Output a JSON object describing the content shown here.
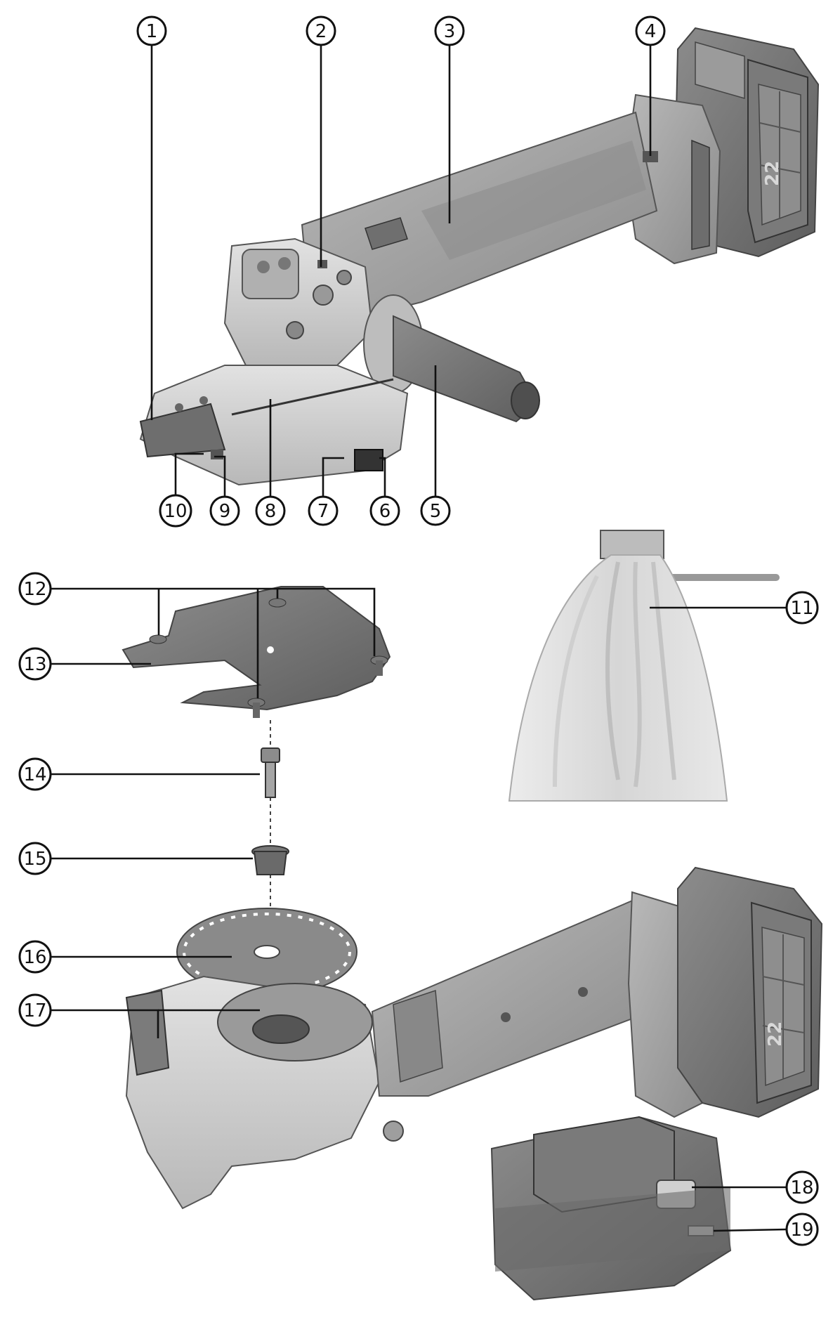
{
  "callouts": {
    "c1": "1",
    "c2": "2",
    "c3": "3",
    "c4": "4",
    "c5": "5",
    "c6": "6",
    "c7": "7",
    "c8": "8",
    "c9": "9",
    "c10": "10",
    "c11": "11",
    "c12": "12",
    "c13": "13",
    "c14": "14",
    "c15": "15",
    "c16": "16",
    "c17": "17",
    "c18": "18",
    "c19": "19"
  },
  "battery_label": "22",
  "colors": {
    "part_dark": "#6e6e6e",
    "part_mid": "#9a9a9a",
    "part_light": "#c4c4c4",
    "outline": "#111111"
  }
}
